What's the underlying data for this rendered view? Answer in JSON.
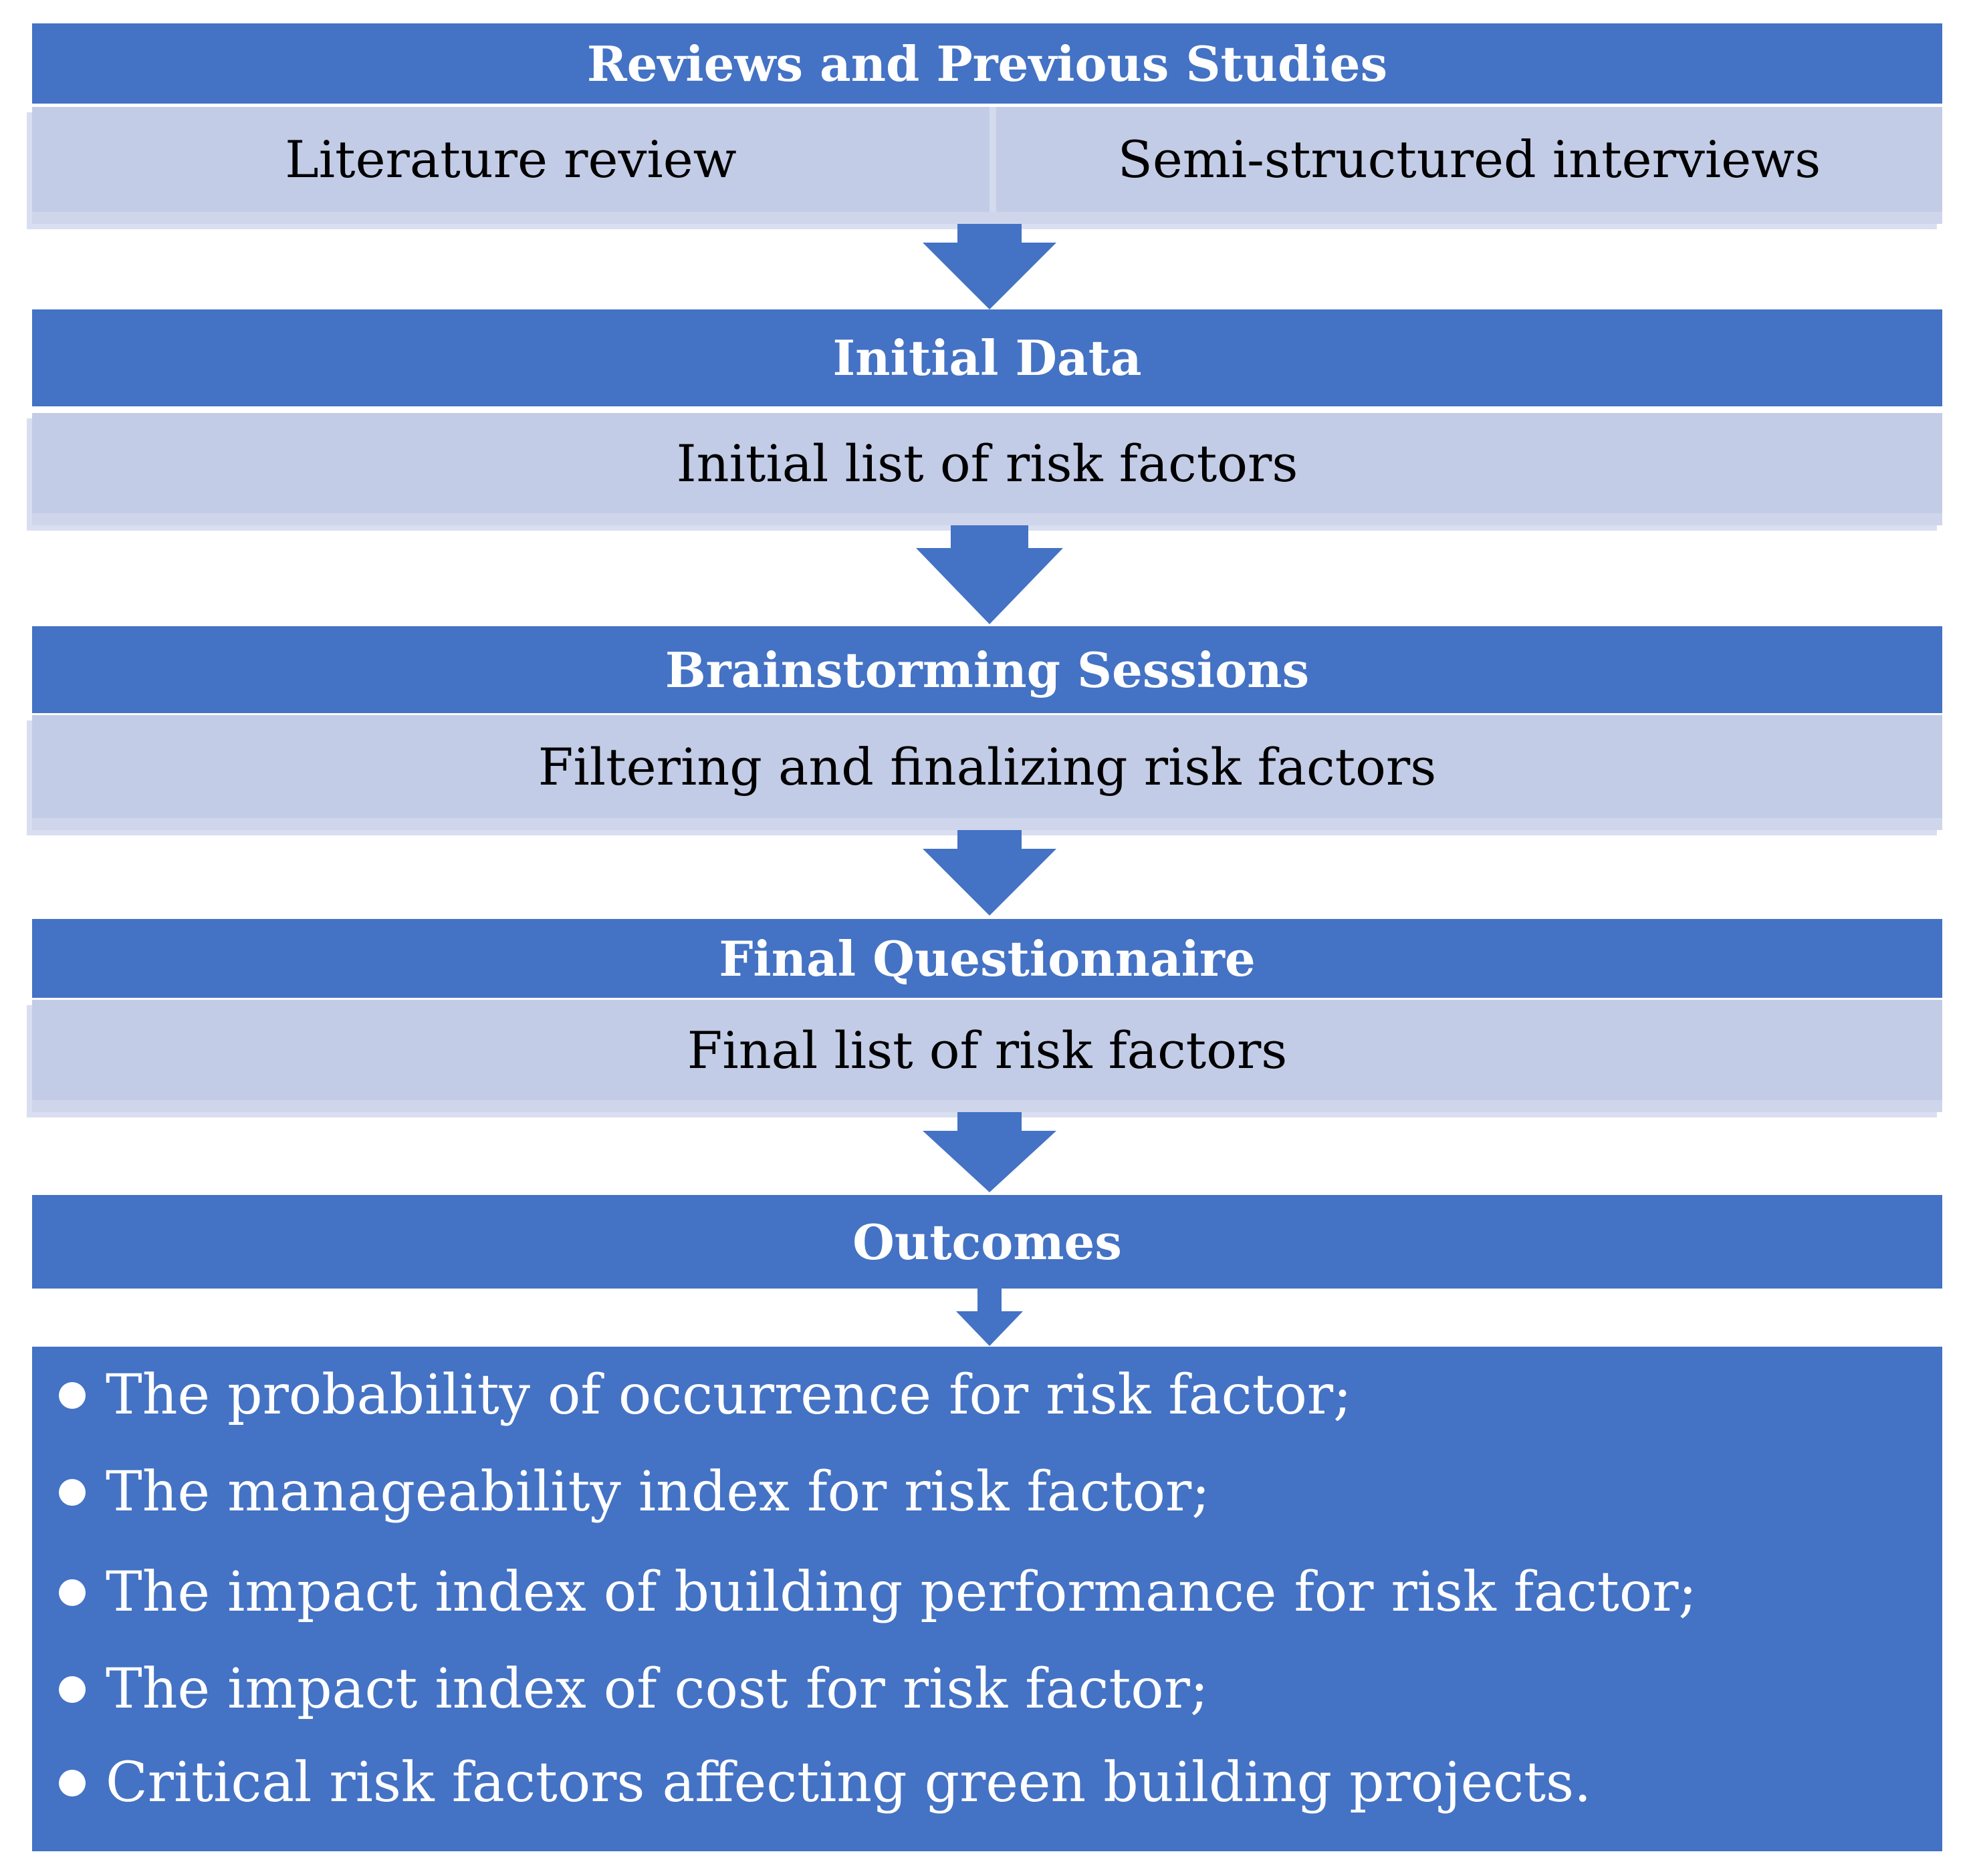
{
  "steps": [
    {
      "title": "Reviews and Previous Studies",
      "items": [
        "Literature review",
        "Semi-structured interviews"
      ]
    },
    {
      "title": "Initial Data",
      "items": [
        "Initial list of risk factors"
      ]
    },
    {
      "title": "Brainstorming Sessions",
      "items": [
        "Filtering and finalizing risk factors"
      ]
    },
    {
      "title": "Final Questionnaire",
      "items": [
        "Final list of risk factors"
      ]
    },
    {
      "title": "Outcomes",
      "items": []
    }
  ],
  "outcomes": [
    "The probability of occurrence for risk factor;",
    "The manageability index for risk factor;",
    "The impact index of building performance for risk factor;",
    "The impact index of cost for risk factor;",
    "Critical risk factors affecting green building projects."
  ],
  "colors": {
    "header_blue": "#4472c4",
    "sub_light": "#c3cce6",
    "text_dark": "#000000",
    "text_light": "#ffffff"
  }
}
